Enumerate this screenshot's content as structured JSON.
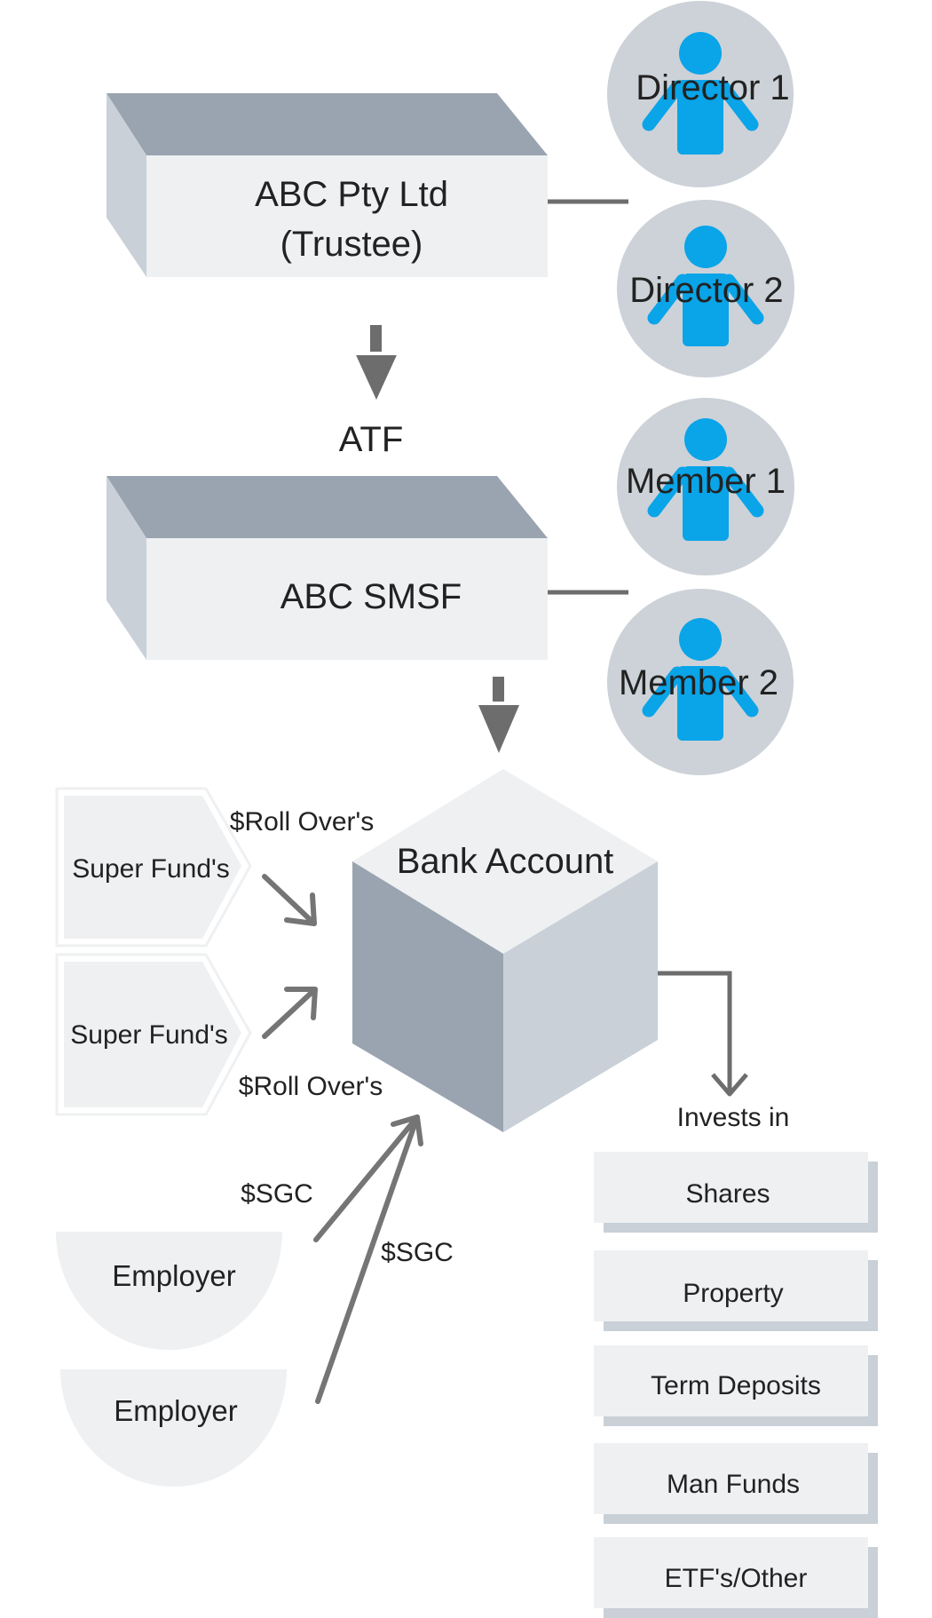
{
  "colors": {
    "box_top": "#9aa4b0",
    "box_side": "#c9d0d7",
    "box_front": "#eef0f2",
    "person": "#0aa4e8",
    "person_bg": "#ccd2d8",
    "arrow": "#6d6d6d"
  },
  "trustee": {
    "line1": "ABC Pty Ltd",
    "line2": "(Trustee)"
  },
  "atf_label": "ATF",
  "smsf": {
    "label": "ABC SMSF"
  },
  "directors": [
    "Director 1",
    "Director 2"
  ],
  "members": [
    "Member 1",
    "Member 2"
  ],
  "bank": {
    "label": "Bank Account"
  },
  "sources": {
    "super_funds": [
      {
        "label": "Super Fund's",
        "flow": "$Roll Over's"
      },
      {
        "label": "Super Fund's",
        "flow": "$Roll Over's"
      }
    ],
    "employers": [
      {
        "label": "Employer",
        "flow": "$SGC"
      },
      {
        "label": "Employer",
        "flow": "$SGC"
      }
    ]
  },
  "invests_label": "Invests in",
  "investments": [
    "Shares",
    "Property",
    "Term Deposits",
    "Man Funds",
    "ETF's/Other"
  ]
}
